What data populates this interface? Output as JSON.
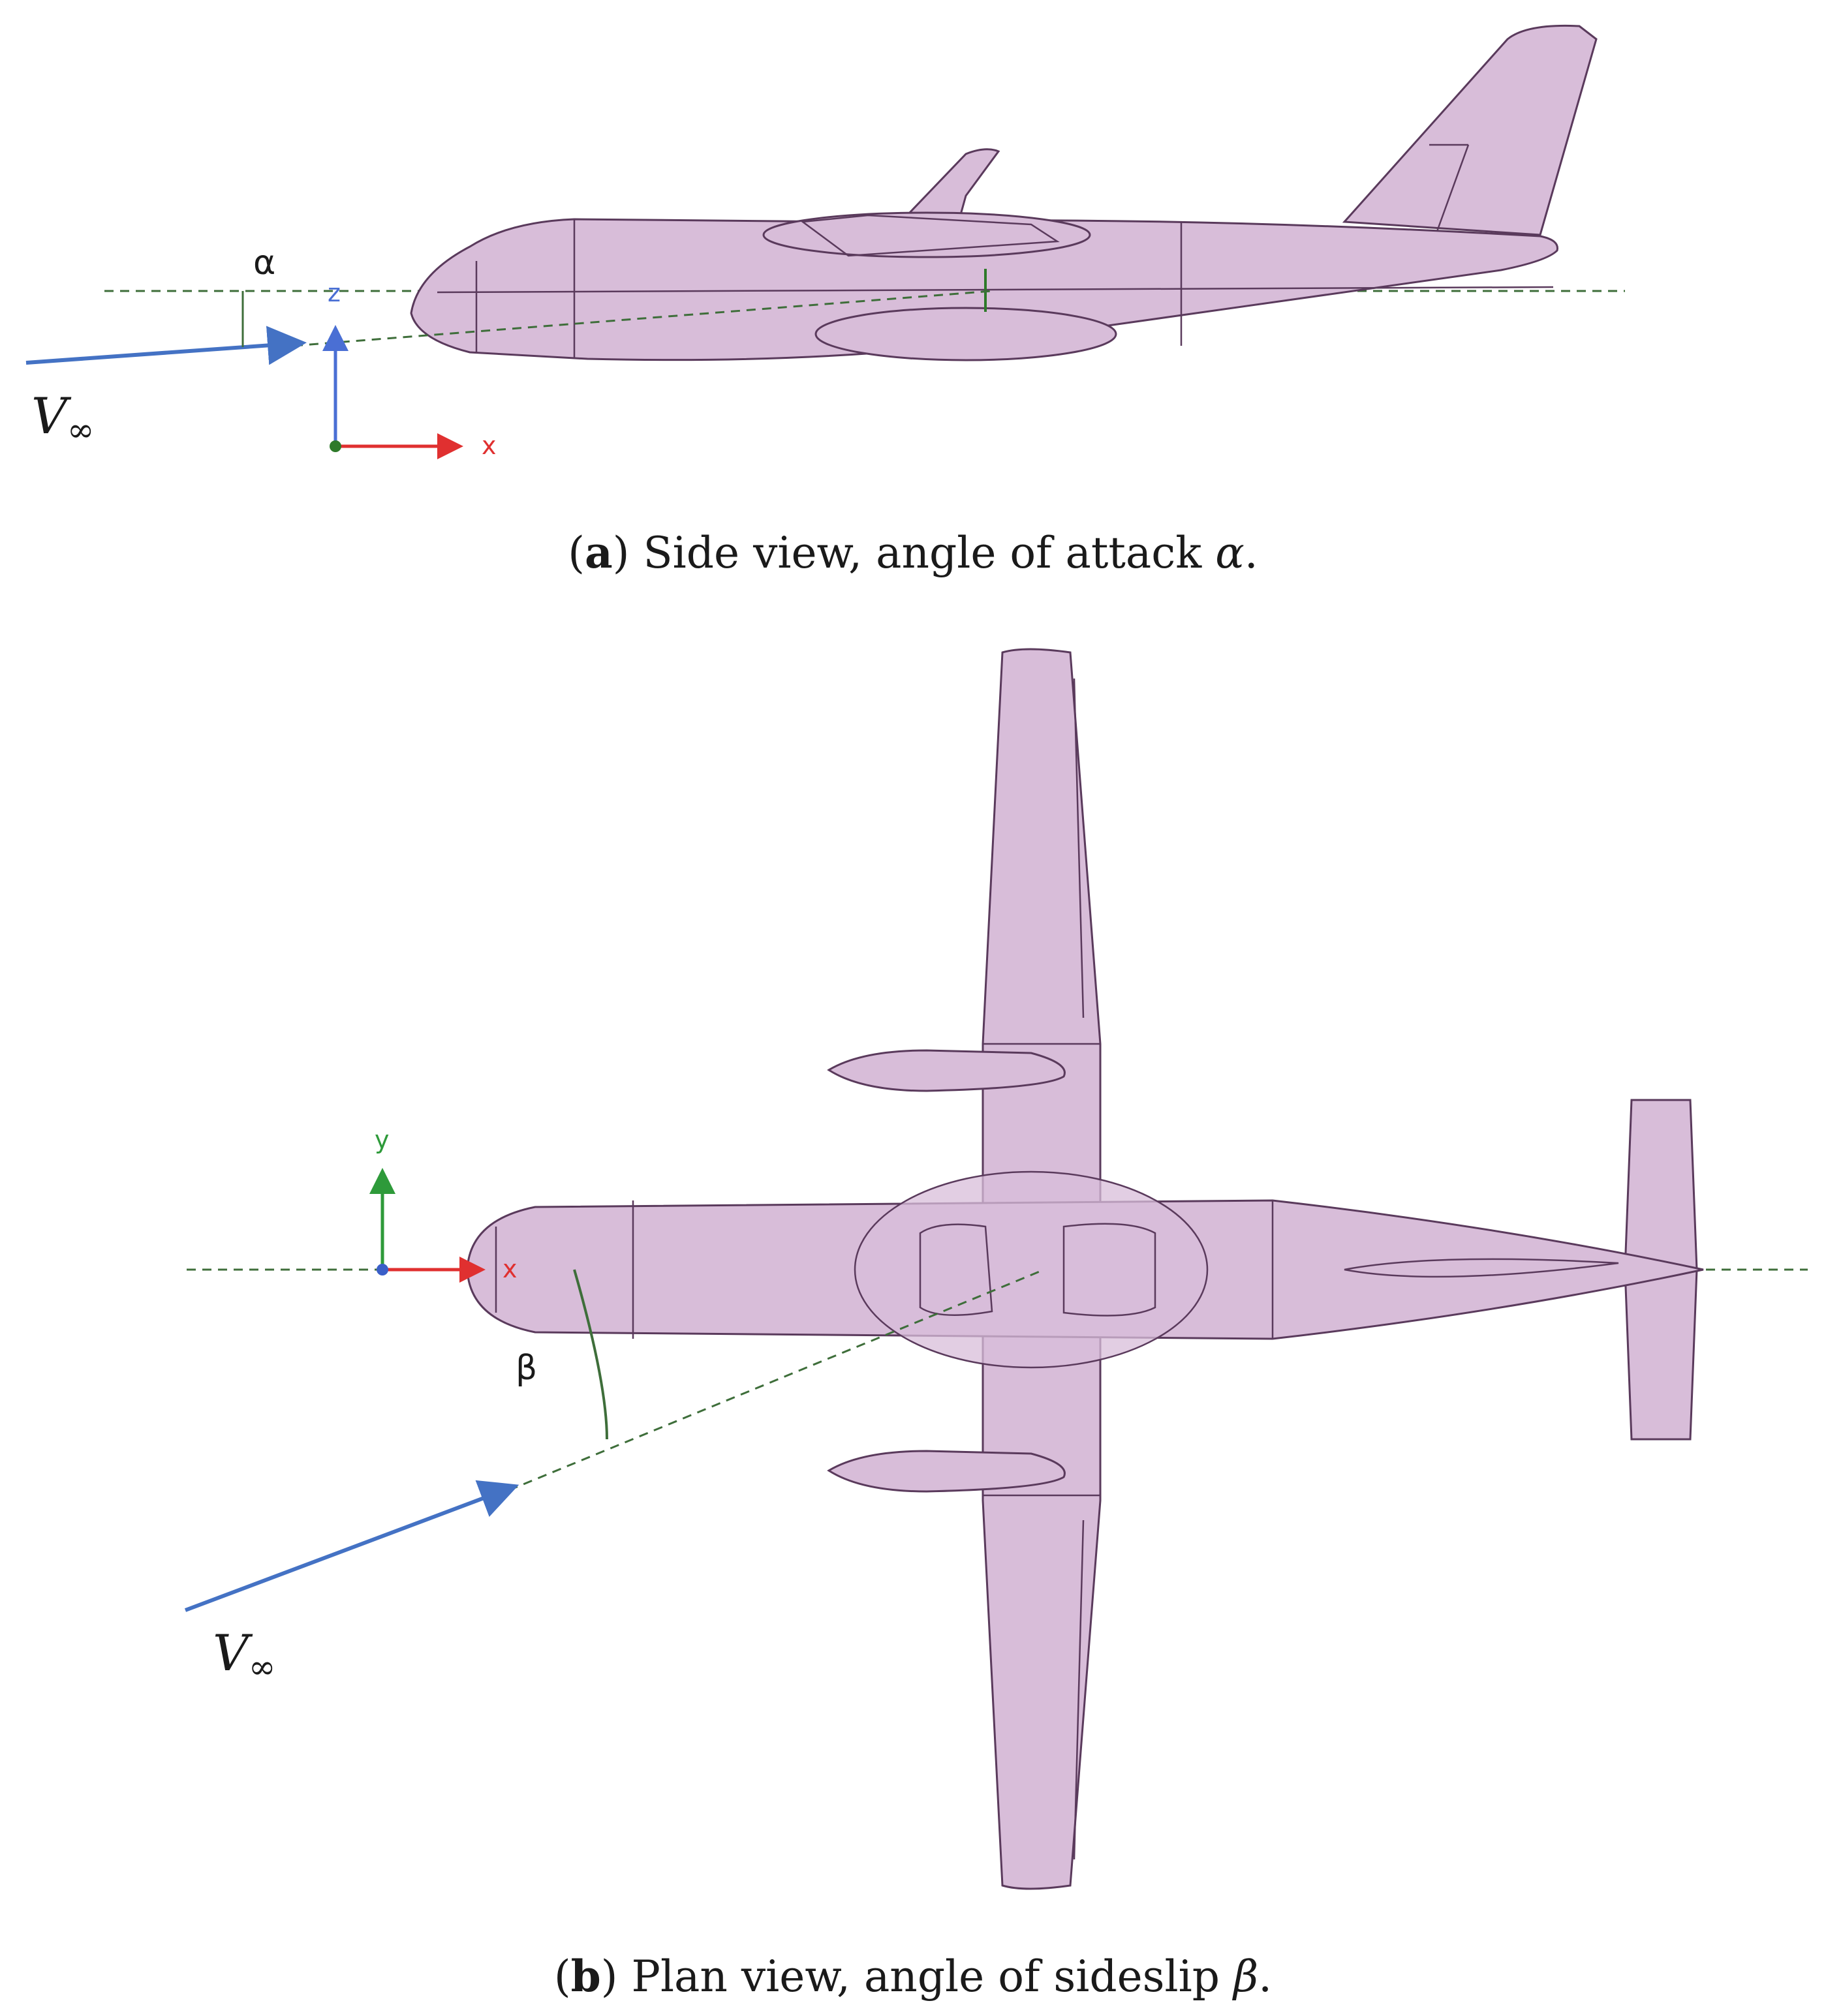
{
  "panel_a": {
    "angle_symbol": "α",
    "freestream_label": "V",
    "freestream_subscript": "∞",
    "axis_z": "z",
    "axis_x": "x",
    "caption_letter": "a",
    "caption_text": "Side view, angle of attack",
    "caption_symbol": "α"
  },
  "panel_b": {
    "angle_symbol": "β",
    "freestream_label": "V",
    "freestream_subscript": "∞",
    "axis_y": "y",
    "axis_x": "x",
    "caption_letter": "b",
    "caption_text": "Plan view, angle of sideslip",
    "caption_symbol": "β"
  },
  "colors": {
    "aircraft_fill": "#d8bdd9",
    "aircraft_edge": "#5a3a5c",
    "reference_dash": "#3e6e3a",
    "freestream_arrow": "#4472c4",
    "axis_x": "#e03030",
    "axis_y": "#2e9a3a",
    "axis_z": "#4a6fd4"
  }
}
